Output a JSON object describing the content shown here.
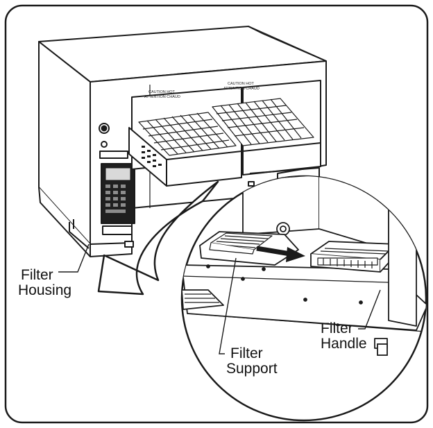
{
  "labels": {
    "filter_housing": {
      "line1": "Filter",
      "line2": "Housing"
    },
    "filter_handle": {
      "line1": "Filter",
      "line2": "Handle"
    },
    "filter_support": {
      "line1": "Filter",
      "line2": "Support"
    },
    "left_warning": {
      "line1": "CAUTION HOT",
      "line2": "ATTENTION CHAUD"
    },
    "right_warning": {
      "line1": "CAUTION HOT",
      "line2": "ATTENTION CHAUD"
    }
  },
  "colors": {
    "ink": "#1a1a1a",
    "panel": "#1f1f1f",
    "paper": "#ffffff",
    "display": "#d9d9d9"
  }
}
